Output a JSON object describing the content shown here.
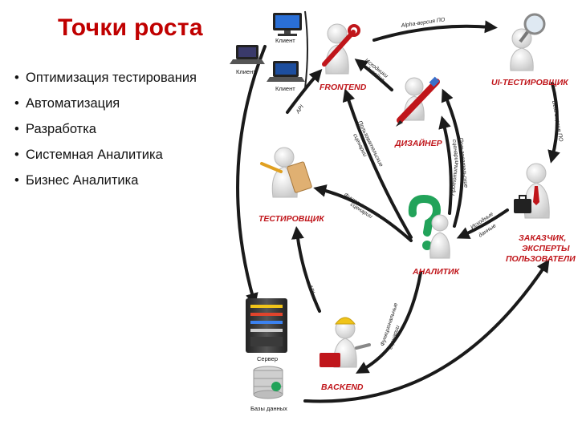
{
  "slide": {
    "title": "Точки роста",
    "bullets": [
      "Оптимизация тестирования",
      "Автоматизация",
      "Разработка",
      "Системная Аналитика",
      "Бизнес Аналитика"
    ]
  },
  "diagram": {
    "nodes": {
      "frontend": "FRONTEND",
      "ui_tester": "UI-ТЕСТИРОВЩИК",
      "designer": "ДИЗАЙНЕР",
      "tester": "ТЕСТИРОВЩИК",
      "customer_line1": "ЗАКАЗЧИК,",
      "customer_line2": "ЭКСПЕРТЫ",
      "customer_line3": "ПОЛЬЗОВАТЕЛИ",
      "analyst": "АНАЛИТИК",
      "backend": "BACKEND",
      "server": "Сервер",
      "databases": "Базы данных",
      "client1": "Клиент",
      "client2": "Клиент",
      "client3": "Клиент"
    },
    "edges": {
      "alpha": "Alpha-версия ПО",
      "beta": "Beta-версия ПО",
      "design_src_1": "Исходники",
      "design_src_2": "дизайна",
      "api_top": "API",
      "user_scen_1": "Пользовательские",
      "user_scen_2": "сценарии",
      "prototypes": "Прототипы",
      "user_scen_r_1": "Пользовательские",
      "user_scen_r_2": "сценарии",
      "func_scen_1": "Функциональные",
      "func_scen_2": "сценарии",
      "source_data_1": "Исходные",
      "source_data_2": "данные",
      "api_bottom": "API",
      "func_scen_b_1": "Функциональные",
      "func_scen_b_2": "сценарии"
    }
  },
  "colors": {
    "title": "#c00000",
    "node_label": "#c0161b",
    "arrow": "#1a1a1a"
  }
}
